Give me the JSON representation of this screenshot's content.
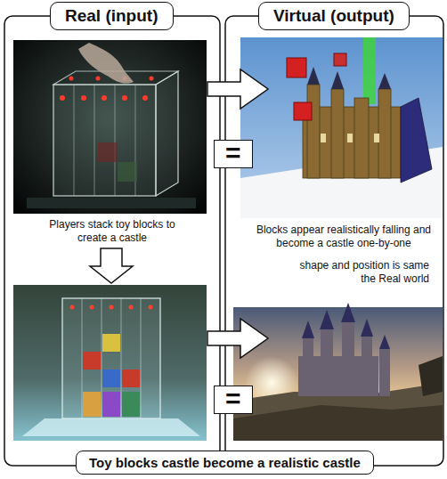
{
  "diagram": {
    "nodes": [
      {
        "text": [
          "Real (input)"
        ]
      },
      {
        "text": [
          "Virtual (output)"
        ]
      },
      {
        "text": [
          "="
        ]
      },
      {
        "text": [
          "="
        ]
      },
      {
        "text": [
          "Toy blocks castle become a realistic castle"
        ]
      }
    ],
    "labels": [
      "Players stack toy blocks to create a castle",
      "Blocks appear realistically falling and become a castle one-by-one",
      "shape and position is same the Real world"
    ]
  }
}
